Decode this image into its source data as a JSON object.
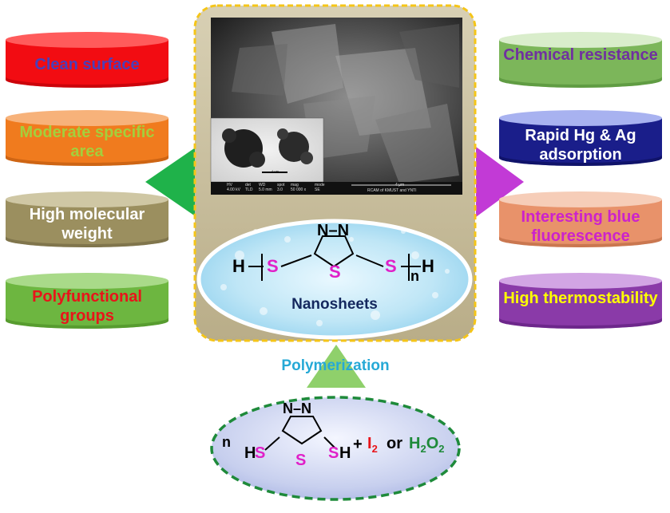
{
  "left_properties": [
    {
      "text": "Clean surface",
      "text_color": "#4b3fb8",
      "color": "#f20c12",
      "top_color": "#ff5b5b",
      "dark": "#b30007"
    },
    {
      "text": "Moderate specific area",
      "text_color": "#a4cf3c",
      "color": "#f07b1e",
      "top_color": "#f7b27a",
      "dark": "#b8560e"
    },
    {
      "text": "High molecular weight",
      "text_color": "#ffffff",
      "color": "#9b8f5f",
      "top_color": "#cfc7a4",
      "dark": "#6e6440"
    },
    {
      "text": "Polyfunctional groups",
      "text_color": "#e8141a",
      "color": "#6db640",
      "top_color": "#a9da89",
      "dark": "#4a8a25"
    }
  ],
  "right_properties": [
    {
      "text": "Chemical resistance",
      "text_color": "#7030a0",
      "color": "#7cb65a",
      "top_color": "#d9edcb",
      "dark": "#4e8a34"
    },
    {
      "text": "Rapid Hg & Ag adsorption",
      "text_color": "#ffffff",
      "color": "#1a1e8a",
      "top_color": "#a8b2f0",
      "dark": "#0a0c55"
    },
    {
      "text": "Interesting blue fluorescence",
      "text_color": "#cc22cc",
      "color": "#e8926a",
      "top_color": "#f6cdb8",
      "dark": "#b66540"
    },
    {
      "text": "High thermostability",
      "text_color": "#ffff00",
      "color": "#8a3aa8",
      "top_color": "#d2a5e4",
      "dark": "#5a1a78"
    }
  ],
  "center": {
    "product_label": "Nanosheets",
    "polymer": {
      "ring_atoms": "N–N",
      "sulfur": "S",
      "end_h": "H",
      "repeat": "n"
    },
    "sem_info": {
      "scale_main": "4 μm",
      "scale_inset": "4 μm",
      "hv": "HV",
      "hv_val": "4.00 kV",
      "det": "det",
      "det_val": "TLD",
      "wd": "WD",
      "wd_val": "5.0 mm",
      "spot": "spot",
      "spot_val": "3.0",
      "mag": "mag",
      "mag_val": "50 000 x",
      "mode": "mode",
      "mode_val": "SE",
      "credit": "RCAM of KMUST and YNTI"
    }
  },
  "reaction": {
    "arrow_label": "Polymerization",
    "n": "n",
    "ring_atoms": "N–N",
    "sulfur": "S",
    "h": "H",
    "plus": "+",
    "i2": "I",
    "i2_sub": "2",
    "or": "or",
    "h2o2_h": "H",
    "h2o2_sub1": "2",
    "h2o2_o": "O",
    "h2o2_sub2": "2"
  },
  "colors": {
    "frame_fill": "#c9bfa0",
    "frame_border": "#f5c518",
    "left_arrow": "#1fb24a",
    "right_arrow": "#c23ad6",
    "up_arrow": "#8fd06b",
    "sulfur": "#e020c8",
    "polymerization": "#26a9d6",
    "ellipse_border": "#1e8a3a"
  }
}
